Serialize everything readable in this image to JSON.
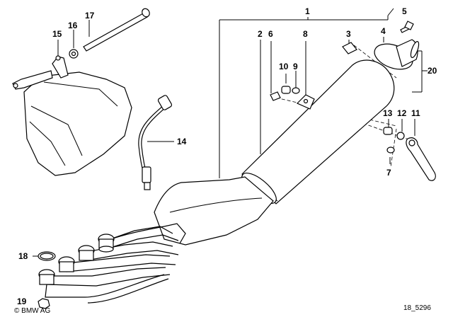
{
  "diagram": {
    "labels": {
      "p1": "1",
      "p2": "2",
      "p3": "3",
      "p4": "4",
      "p5": "5",
      "p6": "6",
      "p7": "7",
      "p8": "8",
      "p9": "9",
      "p10": "10",
      "p11": "11",
      "p12": "12",
      "p13": "13",
      "p14": "14",
      "p15": "15",
      "p16": "16",
      "p17": "17",
      "p18": "18",
      "p19": "19",
      "p20": "20"
    },
    "copyright": "© BMW AG",
    "drawing_number": "18_5296"
  }
}
